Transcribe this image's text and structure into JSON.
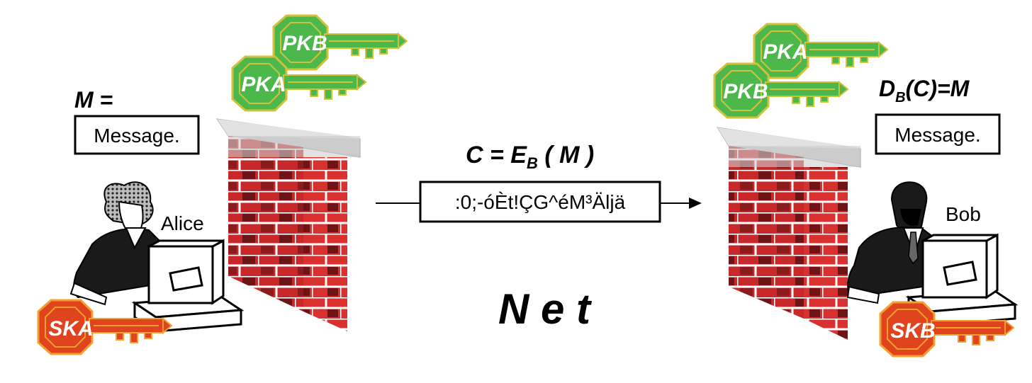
{
  "alice": {
    "name": "Alice",
    "equation": "M =",
    "message": "Message.",
    "private_key": "SKA",
    "public_keys": [
      "PKB",
      "PKA"
    ]
  },
  "bob": {
    "name": "Bob",
    "equation": {
      "d": "D",
      "sub": "B",
      "rest": "(C)=M"
    },
    "message": "Message.",
    "private_key": "SKB",
    "public_keys": [
      "PKA",
      "PKB"
    ]
  },
  "channel": {
    "equation": {
      "lhs": "C = E",
      "sub": "B",
      "rhs": " ( M )"
    },
    "ciphertext": ":0;-óÈt!ÇG^éM³Äljä",
    "label": "N e t"
  },
  "colors": {
    "public_key": "#4cb84c",
    "public_key_trim": "#d4c13a",
    "private_key": "#e0441e",
    "private_key_trim": "#f2a030",
    "brick": "#c8282a",
    "brick_dark": "#6e1416",
    "wall_cap": "#c8c8c8"
  }
}
